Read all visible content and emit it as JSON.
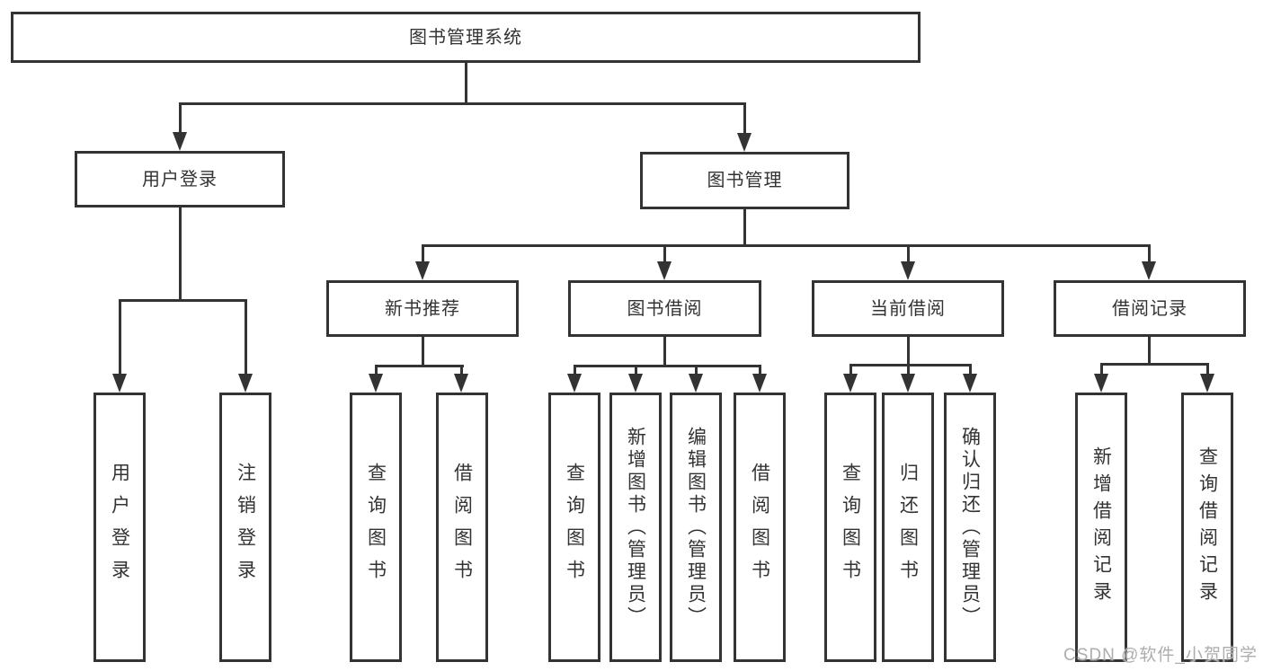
{
  "title": {
    "label": "图书管理系统"
  },
  "branches": {
    "user_login": {
      "label": "用户登录",
      "children": [
        {
          "label": "用户登录"
        },
        {
          "label": "注销登录"
        }
      ]
    },
    "book_mgmt": {
      "label": "图书管理",
      "sections": [
        {
          "label": "新书推荐",
          "children": [
            {
              "label": "查询图书"
            },
            {
              "label": "借阅图书"
            }
          ]
        },
        {
          "label": "图书借阅",
          "children": [
            {
              "label": "查询图书"
            },
            {
              "label": "新增图书（管理员）"
            },
            {
              "label": "编辑图书（管理员）"
            },
            {
              "label": "借阅图书"
            }
          ]
        },
        {
          "label": "当前借阅",
          "children": [
            {
              "label": "查询图书"
            },
            {
              "label": "归还图书"
            },
            {
              "label": "确认归还（管理员）"
            }
          ]
        },
        {
          "label": "借阅记录",
          "children": [
            {
              "label": "新增借阅记录"
            },
            {
              "label": "查询借阅记录"
            }
          ]
        }
      ]
    }
  },
  "watermark": "CSDN @软件_小贺同学",
  "colors": {
    "line": "#333333",
    "box_border": "#333333",
    "text": "#333333",
    "background": "#ffffff",
    "watermark": "#adadad"
  }
}
